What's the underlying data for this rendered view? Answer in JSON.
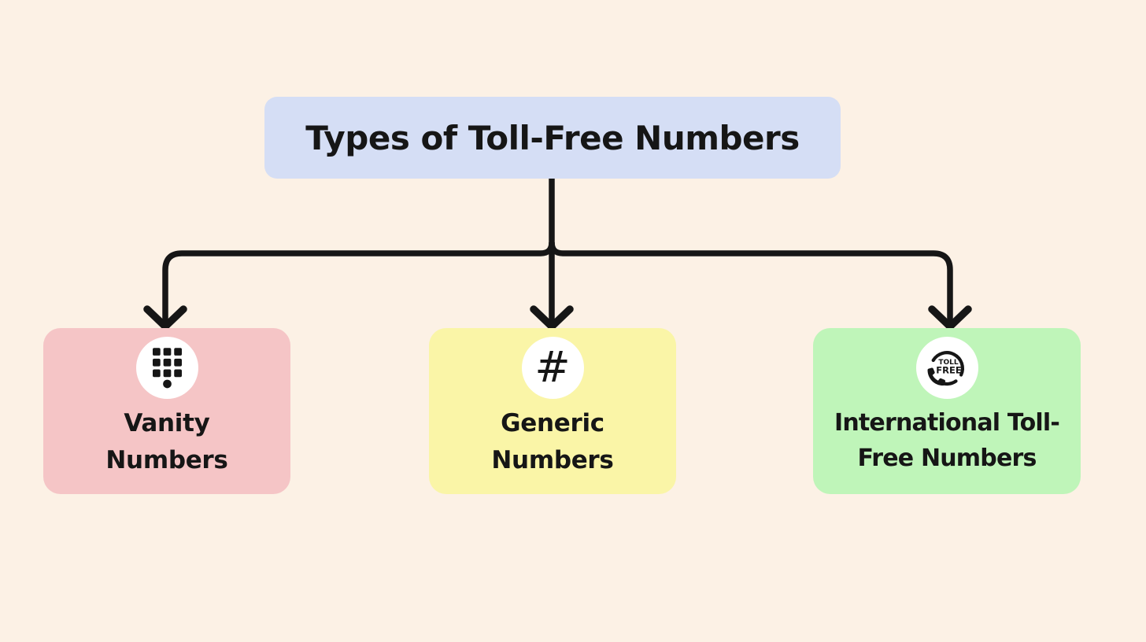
{
  "title": "Types of Toll-Free Numbers",
  "colors": {
    "background": "#FCF1E5",
    "title_box_fill": "#D5DEF5",
    "connector": "#161616",
    "text": "#161616",
    "icon_circle_fill": "#FFFFFF",
    "vanity_fill": "#F5C5C6",
    "generic_fill": "#FAF5A7",
    "international_fill": "#BFF5B9"
  },
  "nodes": [
    {
      "id": "vanity",
      "icon": "keypad-icon",
      "label_line1": "Vanity",
      "label_line2": "Numbers",
      "fill": "#F5C5C6"
    },
    {
      "id": "generic",
      "icon": "hash-icon",
      "icon_glyph": "#",
      "label_line1": "Generic",
      "label_line2": "Numbers",
      "fill": "#FAF5A7"
    },
    {
      "id": "international",
      "icon": "toll-free-icon",
      "icon_text_line1": "TOLL",
      "icon_text_line2": "FREE",
      "label_line1": "International Toll-",
      "label_line2": "Free Numbers",
      "fill": "#BFF5B9"
    }
  ]
}
